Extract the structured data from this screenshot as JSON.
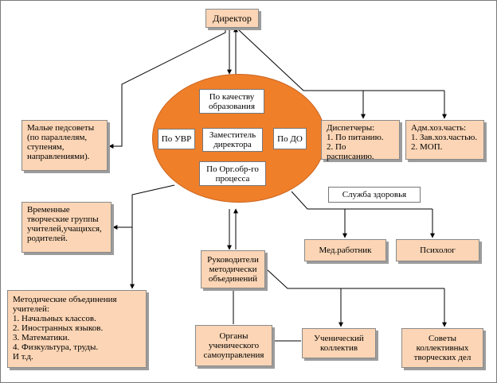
{
  "director": "Директор",
  "ellipse_boxes": {
    "quality": [
      "По качеству",
      "образования"
    ],
    "uvr": "По УВР",
    "deputy": [
      "Заместитель",
      "директора"
    ],
    "do": "По ДО",
    "org": [
      "По Орг.обр-го",
      "процесса"
    ]
  },
  "small_councils": [
    "Малые педсоветы",
    "(по параллелям,",
    "ступеням,",
    "направлениями)."
  ],
  "dispatchers": [
    "Диспетчеры:",
    "1. По питанию.",
    "2. По расписанию."
  ],
  "admin": [
    "Адм.хоз.часть:",
    "1. Зав.хоз.частью.",
    "2. МОП."
  ],
  "health_service": "Служба здоровья",
  "med_worker": "Мед.работник",
  "psychologist": "Психолог",
  "temp_groups": [
    "Временные",
    "творческие группы",
    "учителей,учащихся,",
    "родителей."
  ],
  "method_heads": [
    "Руководители",
    "методически",
    "объединений"
  ],
  "method_associations": [
    "Методические объединения",
    "учителей:",
    "1. Начальных классов.",
    "2. Иностранных языков.",
    "3. Математики.",
    "4. Физкультура, труды.",
    "И т.д."
  ],
  "student_self_gov": [
    "Органы",
    "ученического",
    "самоуправления"
  ],
  "student_collective": [
    "Ученический",
    "коллектив"
  ],
  "creative_councils": [
    "Советы",
    "коллективных",
    "творческих дел"
  ],
  "colors": {
    "box_fill": "#fbd5b5",
    "ellipse_fill": "#f07f2a",
    "shadow": "#9c9c9c"
  }
}
